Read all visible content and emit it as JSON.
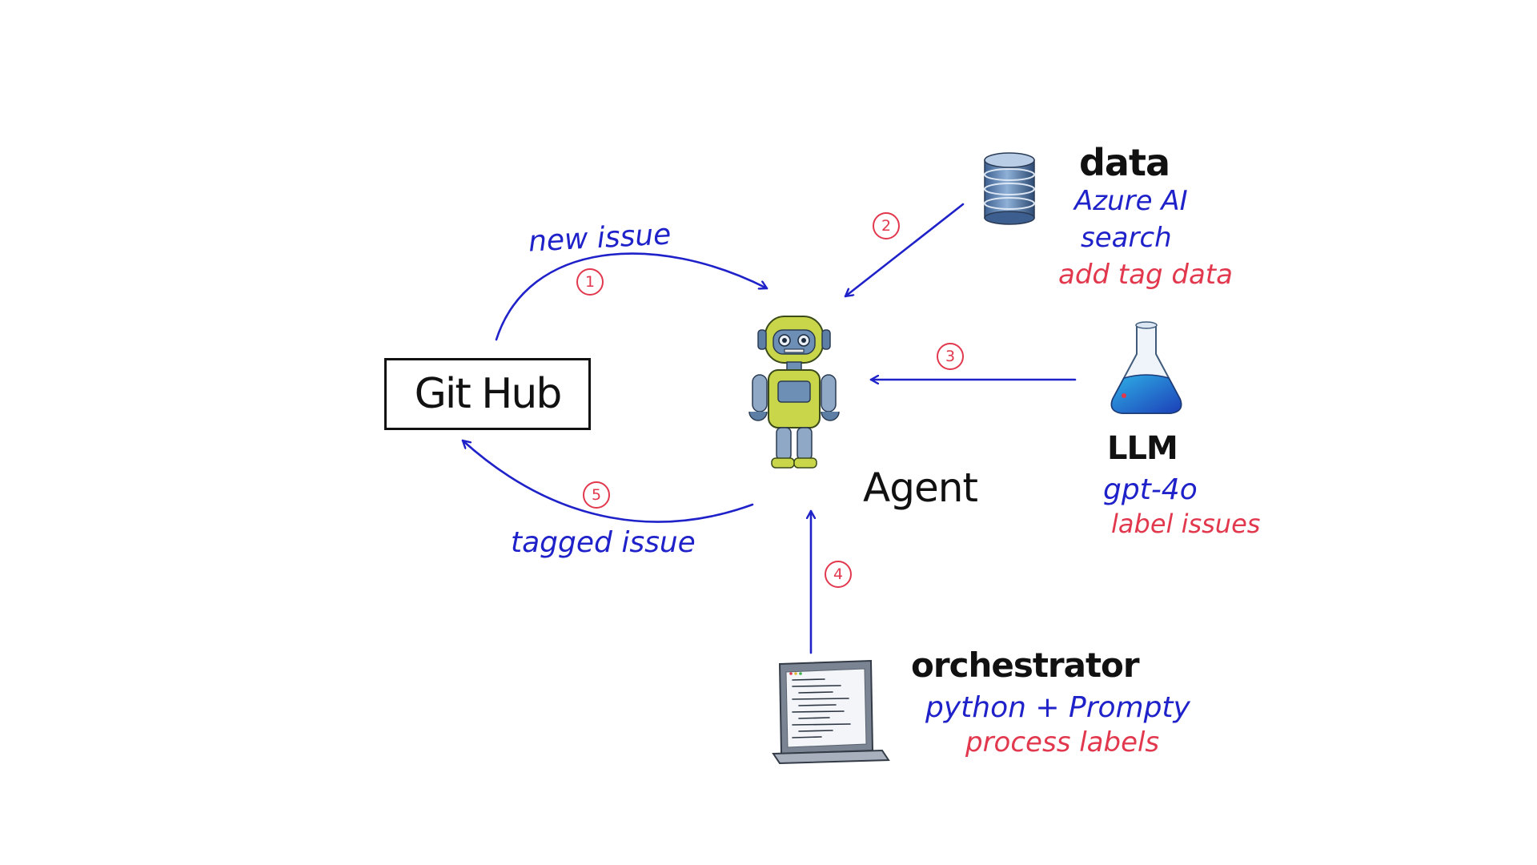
{
  "github": {
    "label": "Git Hub"
  },
  "agent": {
    "label": "Agent",
    "icon": "robot-icon"
  },
  "data_node": {
    "title": "data",
    "line1": "Azure AI",
    "line2": "search",
    "note": "add tag data",
    "icon": "database-icon"
  },
  "llm_node": {
    "title": "LLM",
    "line1": "gpt-4o",
    "note": "label issues",
    "icon": "flask-icon"
  },
  "orchestrator_node": {
    "title": "orchestrator",
    "line1": "python + Prompty",
    "note": "process labels",
    "icon": "laptop-icon"
  },
  "edges": {
    "new_issue": "new issue",
    "tagged_issue": "tagged issue"
  },
  "steps": [
    "1",
    "2",
    "3",
    "4",
    "5"
  ],
  "colors": {
    "arrow": "#1f22c9",
    "accent_red": "#e2384d",
    "ink": "#111111"
  }
}
